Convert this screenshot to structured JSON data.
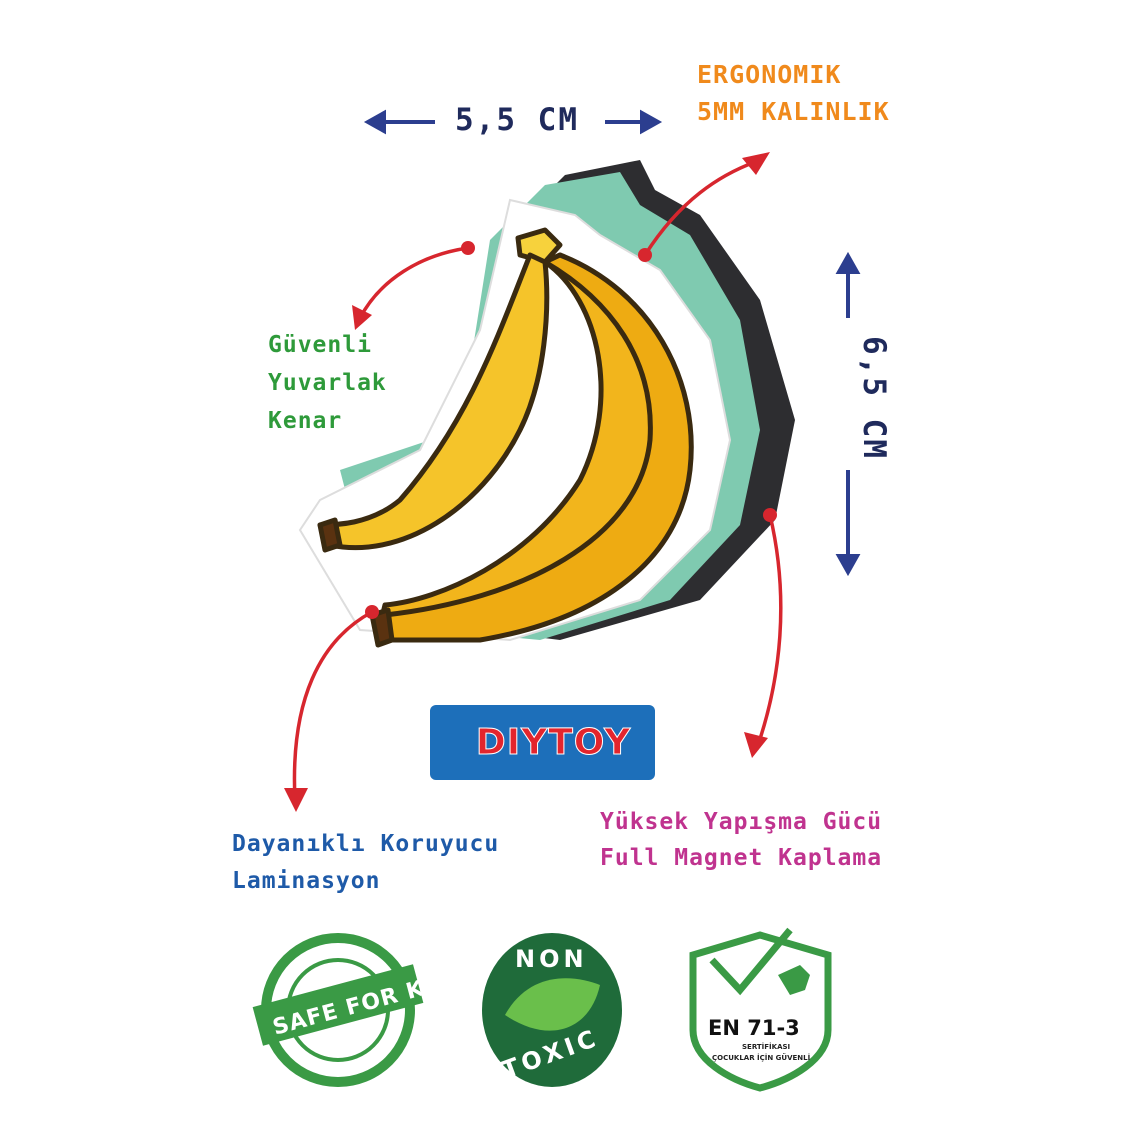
{
  "features": {
    "ergonomic": [
      "ERGONOMIK",
      "5MM KALINLIK"
    ],
    "width_label": "5,5 CM",
    "height_label": "6,5 CM",
    "safe_edge": [
      "Güvenli",
      "Yuvarlak",
      "Kenar"
    ],
    "lamination": [
      "Dayanıklı Koruyucu",
      "Laminasyon"
    ],
    "magnet": [
      "Yüksek Yapışma Gücü",
      "Full Magnet Kaplama"
    ]
  },
  "brand": {
    "logo": "DIYTOY"
  },
  "badges": {
    "safe_for_kids": "SAFE FOR KIDS",
    "non_toxic_top": "NON",
    "non_toxic_bottom": "TOXIC",
    "en71": "EN 71-3",
    "en71_sub1": "SERTİFİKASI",
    "en71_sub2": "ÇOCUKLAR İÇİN GÜVENLİ"
  },
  "colors": {
    "orange": "#f08a1c",
    "navy": "#1f2a5c",
    "green": "#2e9a3a",
    "blue": "#1e5aa8",
    "magenta": "#c0338f",
    "red": "#d7262e",
    "banana": "#f2b51c"
  }
}
